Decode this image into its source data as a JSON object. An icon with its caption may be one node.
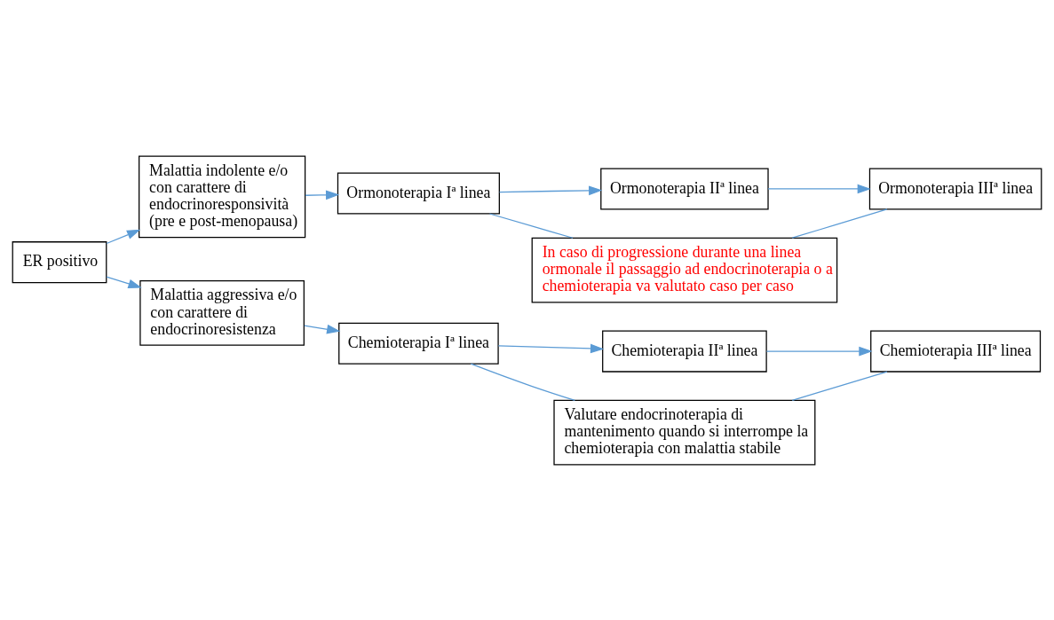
{
  "diagram": {
    "nodes": [
      {
        "text": [
          "ER positivo"
        ]
      },
      {
        "text": [
          "Malattia indolente e/o con carattere di endocrinoresponsività (pre e post-menopausa)"
        ]
      },
      {
        "text": [
          "Ormonoterapia Iª linea"
        ]
      },
      {
        "text": [
          "Ormonoterapia IIª linea"
        ]
      },
      {
        "text": [
          "Ormonoterapia IIIª linea"
        ]
      },
      {
        "text": [
          "In caso di progressione durante una linea ormonale il passaggio ad endocrinoterapia o a chemioterapia va valutato caso per caso"
        ]
      },
      {
        "text": [
          "Malattia aggressiva e/o con carattere di endocrinoresistenza"
        ]
      },
      {
        "text": [
          "Chemioterapia Iª linea"
        ]
      },
      {
        "text": [
          "Chemioterapia IIª linea"
        ]
      },
      {
        "text": [
          "Chemioterapia IIIª linea"
        ]
      },
      {
        "text": [
          "Valutare endocrinoterapia di mantenimento quando si interrompe la chemioterapia con malattia stabile"
        ]
      }
    ],
    "edges": [
      {
        "from": 0,
        "to": 1,
        "arrow": "to"
      },
      {
        "from": 0,
        "to": 6,
        "arrow": "to"
      },
      {
        "from": 1,
        "to": 2,
        "arrow": "to"
      },
      {
        "from": 2,
        "to": 3,
        "arrow": "to"
      },
      {
        "from": 3,
        "to": 4,
        "arrow": "to"
      },
      {
        "from": 2,
        "to": 5,
        "arrow": "none"
      },
      {
        "from": 4,
        "to": 5,
        "arrow": "none"
      },
      {
        "from": 6,
        "to": 7,
        "arrow": "to"
      },
      {
        "from": 7,
        "to": 8,
        "arrow": "to"
      },
      {
        "from": 8,
        "to": 9,
        "arrow": "to"
      },
      {
        "from": 7,
        "to": 10,
        "arrow": "none"
      },
      {
        "from": 9,
        "to": 10,
        "arrow": "none"
      }
    ]
  }
}
